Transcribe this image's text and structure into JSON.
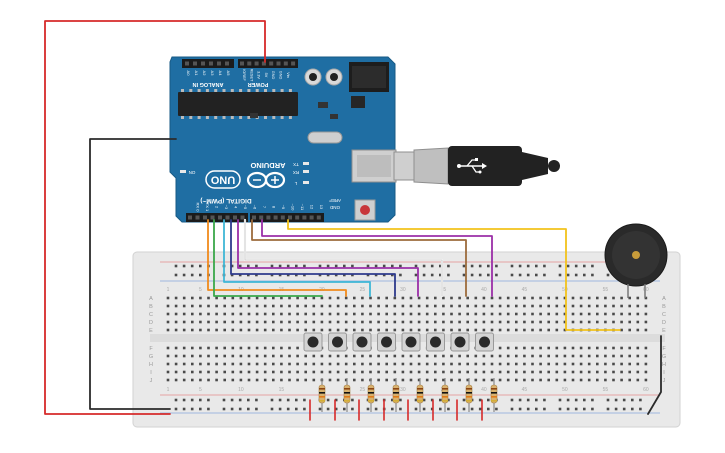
{
  "board": {
    "name": "ARDUINO",
    "model": "UNO",
    "digital_label": "DIGITAL (PWM~)",
    "analog_label": "ANALOG IN",
    "power_label": "POWER",
    "on_label": "ON",
    "tx_label": "TX",
    "rx_label": "RX",
    "l_label": "L",
    "aref_label": "AREF",
    "gnd_label": "GND",
    "analog_pins": [
      "A0",
      "A1",
      "A2",
      "A3",
      "A4",
      "A5"
    ],
    "power_pins": [
      "IOREF",
      "RESET",
      "3.3V",
      "5V",
      "GND",
      "GND",
      "Vin"
    ],
    "digital_pins": [
      "13",
      "12",
      "~11",
      "~10",
      "~9",
      "8",
      "7",
      "~6",
      "~5",
      "4",
      "~3",
      "2",
      "TX 1",
      "RX 0"
    ]
  },
  "breadboard": {
    "row_letters_top": [
      "A",
      "B",
      "C",
      "D",
      "E"
    ],
    "row_letters_bottom": [
      "F",
      "G",
      "H",
      "I",
      "J"
    ],
    "column_numbers": [
      "1",
      "5",
      "10",
      "15",
      "20",
      "25",
      "30",
      "35",
      "40",
      "45",
      "50",
      "55",
      "60"
    ]
  },
  "components": {
    "pushbutton_count": 8,
    "resistor_count": 8,
    "buzzer_count": 1
  },
  "colors": {
    "board": "#1f6ea3",
    "breadboard": "#e9e9e9",
    "wire_red": "#d62a2a",
    "wire_black": "#2b2b2b",
    "wire_yellow": "#f2c21b",
    "wire_brown": "#9c6b3c",
    "wire_purple": "#9b2fa8",
    "wire_orange": "#f08a1c",
    "wire_green": "#3aa84a",
    "wire_cyan": "#3fb7d6",
    "wire_white": "#f4f4f4"
  }
}
